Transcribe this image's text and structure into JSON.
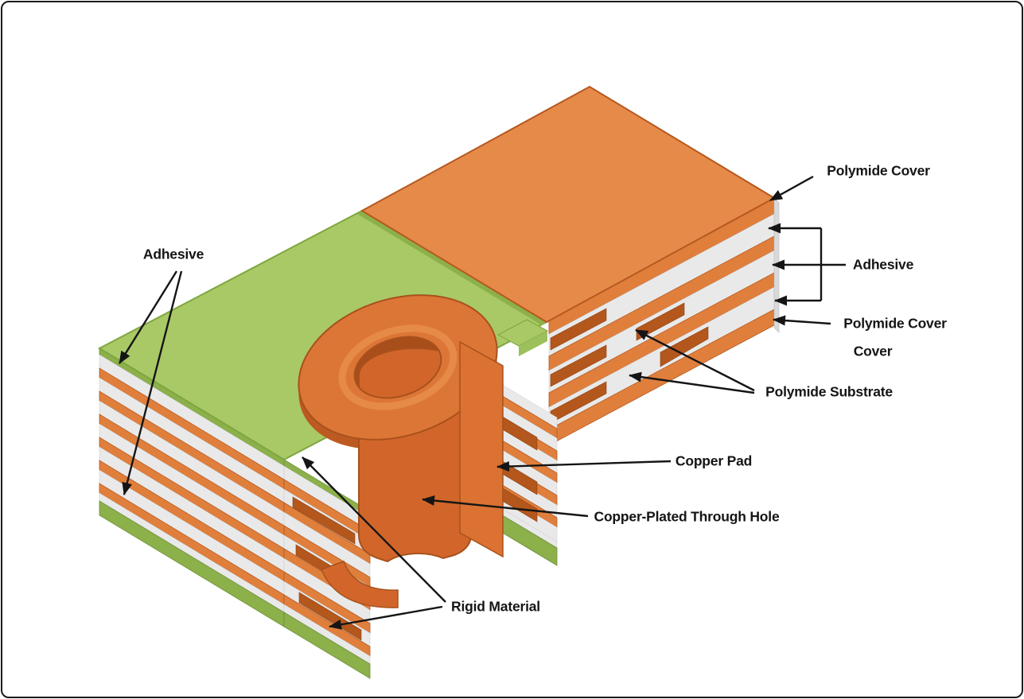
{
  "diagram": {
    "labels": {
      "adhesive_left": "Adhesive",
      "polymide_cover_top": "Polymide Cover",
      "adhesive_right": "Adhesive",
      "polymide_cover_right_line1": "Polymide Cover",
      "polymide_cover_right_line2": "Cover",
      "polymide_substrate": "Polymide Substrate",
      "copper_pad": "Copper Pad",
      "copper_plated_through_hole": "Copper-Plated Through Hole",
      "rigid_material": "Rigid Material"
    },
    "colors": {
      "background": "#FFFFFF",
      "border": "#1A1A1A",
      "label_text": "#151515",
      "polymide_cover_orange": "#E68A4A",
      "copper_stripe": "#E07F3C",
      "copper_stripe_edge": "#B5591F",
      "copper_barrel": "#D2662A",
      "copper_ring": "#DC7636",
      "copper_ring_shadow": "#BC5A22",
      "copper_hole_inner": "#A84E1B",
      "copper_outline": "#A8511C",
      "copper_rim_highlight": "#E8914C",
      "copper_pad_dark": "#B4571C",
      "rigid_green_top": "#A9C966",
      "rigid_green_edge": "#8CB04A",
      "rigid_green_line": "#7FA63E",
      "substrate_white": "#E9E9E9",
      "substrate_white_edge": "#CCCCCC",
      "end_cap_gray": "#D9D9D9"
    }
  }
}
